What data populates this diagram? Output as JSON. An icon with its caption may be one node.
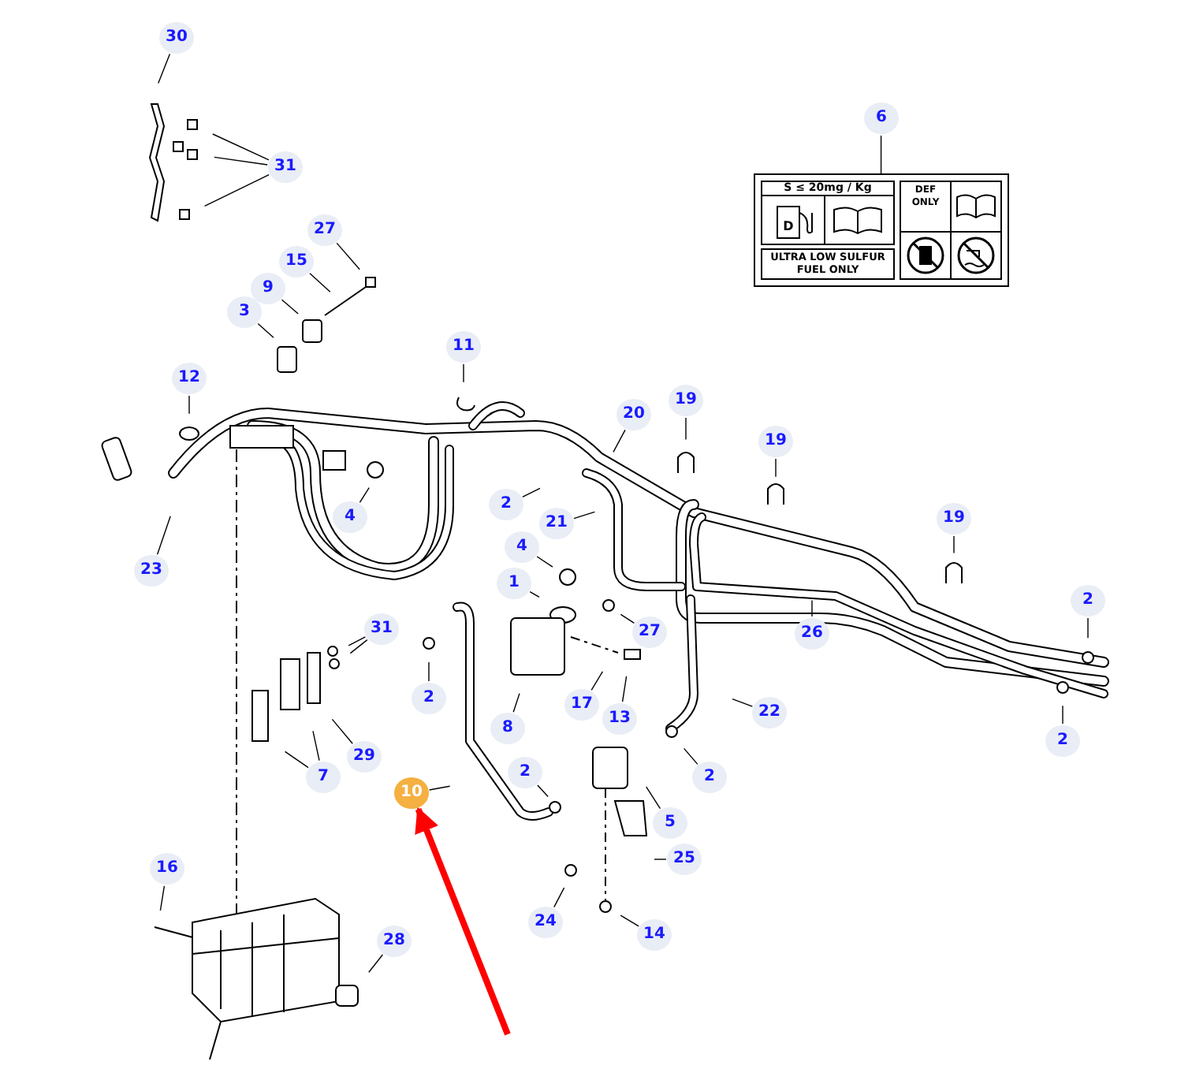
{
  "diagram": {
    "nodes": [
      {
        "text": [
          "30"
        ]
      },
      {
        "text": [
          "6"
        ]
      },
      {
        "text": [
          "S ≤ 20mg / Kg",
          "D",
          "DEF ONLY",
          "ULTRA LOW SULFUR FUEL ONLY"
        ]
      },
      {
        "text": [
          "31"
        ]
      },
      {
        "text": [
          "27"
        ]
      },
      {
        "text": [
          "15"
        ]
      },
      {
        "text": [
          "9"
        ]
      },
      {
        "text": [
          "3"
        ]
      },
      {
        "text": [
          "11"
        ]
      },
      {
        "text": [
          "12"
        ]
      },
      {
        "text": [
          "19"
        ]
      },
      {
        "text": [
          "20"
        ]
      },
      {
        "text": [
          "19"
        ]
      },
      {
        "text": [
          "2"
        ]
      },
      {
        "text": [
          "4"
        ]
      },
      {
        "text": [
          "19"
        ]
      },
      {
        "text": [
          "21"
        ]
      },
      {
        "text": [
          "4"
        ]
      },
      {
        "text": [
          "23"
        ]
      },
      {
        "text": [
          "1"
        ]
      },
      {
        "text": [
          "2"
        ]
      },
      {
        "text": [
          "31"
        ]
      },
      {
        "text": [
          "27"
        ]
      },
      {
        "text": [
          "26"
        ]
      },
      {
        "text": [
          "2"
        ]
      },
      {
        "text": [
          "17"
        ]
      },
      {
        "text": [
          "22"
        ]
      },
      {
        "text": [
          "13"
        ]
      },
      {
        "text": [
          "8"
        ]
      },
      {
        "text": [
          "2"
        ]
      },
      {
        "text": [
          "29"
        ]
      },
      {
        "text": [
          "2"
        ]
      },
      {
        "text": [
          "7"
        ]
      },
      {
        "text": [
          "2"
        ]
      },
      {
        "text": [
          "10"
        ]
      },
      {
        "text": [
          "5"
        ]
      },
      {
        "text": [
          "25"
        ]
      },
      {
        "text": [
          "16"
        ]
      },
      {
        "text": [
          "24"
        ]
      },
      {
        "text": [
          "14"
        ]
      },
      {
        "text": [
          "28"
        ]
      }
    ],
    "edges": [
      {
        "from": 0,
        "to": null,
        "arrow": "none"
      },
      {
        "from": 1,
        "to": 2,
        "arrow": "none"
      },
      {
        "from": 3,
        "to": null,
        "arrow": "none"
      },
      {
        "from": 3,
        "to": null,
        "arrow": "none"
      },
      {
        "from": 3,
        "to": null,
        "arrow": "none"
      },
      {
        "from": 4,
        "to": null,
        "arrow": "none"
      },
      {
        "from": 5,
        "to": null,
        "arrow": "none"
      },
      {
        "from": 6,
        "to": null,
        "arrow": "none"
      },
      {
        "from": 7,
        "to": null,
        "arrow": "none"
      },
      {
        "from": 8,
        "to": null,
        "arrow": "none"
      },
      {
        "from": 9,
        "to": null,
        "arrow": "none"
      },
      {
        "from": 10,
        "to": null,
        "arrow": "none"
      },
      {
        "from": 11,
        "to": null,
        "arrow": "none"
      },
      {
        "from": 12,
        "to": null,
        "arrow": "none"
      },
      {
        "from": 13,
        "to": null,
        "arrow": "none"
      },
      {
        "from": 14,
        "to": null,
        "arrow": "none"
      },
      {
        "from": 15,
        "to": null,
        "arrow": "none"
      },
      {
        "from": 16,
        "to": null,
        "arrow": "none"
      },
      {
        "from": 17,
        "to": null,
        "arrow": "none"
      },
      {
        "from": 18,
        "to": null,
        "arrow": "none"
      },
      {
        "from": 19,
        "to": null,
        "arrow": "none"
      },
      {
        "from": 20,
        "to": null,
        "arrow": "none"
      },
      {
        "from": 21,
        "to": null,
        "arrow": "none"
      },
      {
        "from": 21,
        "to": null,
        "arrow": "none"
      },
      {
        "from": 22,
        "to": null,
        "arrow": "none"
      },
      {
        "from": 23,
        "to": null,
        "arrow": "none"
      },
      {
        "from": 24,
        "to": null,
        "arrow": "none"
      },
      {
        "from": 25,
        "to": null,
        "arrow": "none"
      },
      {
        "from": 26,
        "to": null,
        "arrow": "none"
      },
      {
        "from": 27,
        "to": null,
        "arrow": "none"
      },
      {
        "from": 28,
        "to": null,
        "arrow": "none"
      },
      {
        "from": 29,
        "to": null,
        "arrow": "none"
      },
      {
        "from": 30,
        "to": null,
        "arrow": "none"
      },
      {
        "from": 31,
        "to": null,
        "arrow": "none"
      },
      {
        "from": 32,
        "to": null,
        "arrow": "none"
      },
      {
        "from": 32,
        "to": null,
        "arrow": "none"
      },
      {
        "from": 33,
        "to": null,
        "arrow": "none"
      },
      {
        "from": 34,
        "to": null,
        "arrow": "none"
      },
      {
        "from": 35,
        "to": null,
        "arrow": "none"
      },
      {
        "from": 36,
        "to": null,
        "arrow": "none"
      },
      {
        "from": 37,
        "to": null,
        "arrow": "none"
      },
      {
        "from": 38,
        "to": null,
        "arrow": "none"
      },
      {
        "from": 39,
        "to": null,
        "arrow": "none"
      },
      {
        "from": 40,
        "to": null,
        "arrow": "none"
      },
      {
        "from": null,
        "to": 34,
        "arrow": "to",
        "style": "thick",
        "color": "#ff0000"
      }
    ]
  }
}
